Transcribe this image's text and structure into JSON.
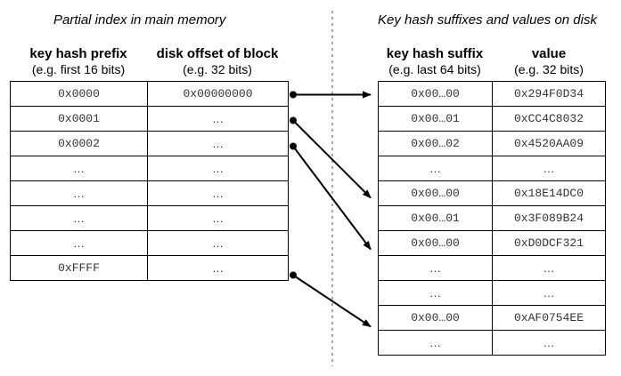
{
  "left": {
    "title": "Partial index in main memory",
    "col1": {
      "title": "key hash prefix",
      "subtitle": "(e.g. first 16 bits)"
    },
    "col2": {
      "title": "disk offset of block",
      "subtitle": "(e.g. 32 bits)"
    },
    "rows": [
      {
        "prefix": "0x0000",
        "offset": "0x00000000"
      },
      {
        "prefix": "0x0001",
        "offset": "…"
      },
      {
        "prefix": "0x0002",
        "offset": "…"
      },
      {
        "prefix": "…",
        "offset": "…"
      },
      {
        "prefix": "…",
        "offset": "…"
      },
      {
        "prefix": "…",
        "offset": "…"
      },
      {
        "prefix": "…",
        "offset": "…"
      },
      {
        "prefix": "0xFFFF",
        "offset": "…"
      }
    ]
  },
  "right": {
    "title": "Key hash suffixes and values on disk",
    "col1": {
      "title": "key hash suffix",
      "subtitle": "(e.g. last 64 bits)"
    },
    "col2": {
      "title": "value",
      "subtitle": "(e.g. 32 bits)"
    },
    "rows": [
      {
        "suffix": "0x00…00",
        "value": "0x294F0D34"
      },
      {
        "suffix": "0x00…01",
        "value": "0xCC4C8032"
      },
      {
        "suffix": "0x00…02",
        "value": "0x4520AA09"
      },
      {
        "suffix": "…",
        "value": "…"
      },
      {
        "suffix": "0x00…00",
        "value": "0x18E14DC0"
      },
      {
        "suffix": "0x00…01",
        "value": "0x3F089B24"
      },
      {
        "suffix": "0x00…00",
        "value": "0xD0DCF321"
      },
      {
        "suffix": "…",
        "value": "…"
      },
      {
        "suffix": "…",
        "value": "…"
      },
      {
        "suffix": "0x00…00",
        "value": "0xAF0754EE"
      },
      {
        "suffix": "…",
        "value": "…"
      }
    ]
  },
  "pointers": [
    {
      "from_index_row": 0,
      "to_disk_row": 0
    },
    {
      "from_index_row": 1,
      "to_disk_row": 4
    },
    {
      "from_index_row": 2,
      "to_disk_row": 6
    },
    {
      "from_index_row": 7,
      "to_disk_row": 9
    }
  ]
}
